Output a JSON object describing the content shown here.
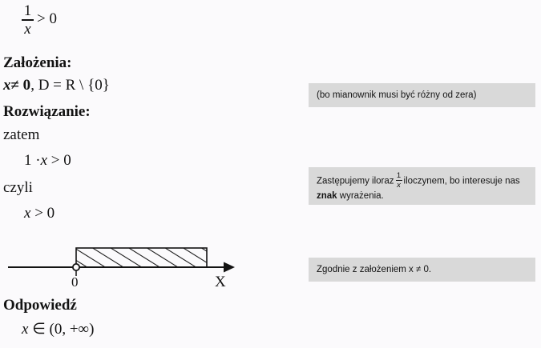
{
  "document": {
    "language": "pl",
    "topic": "Rozwiązywanie nierówności 1/x > 0"
  },
  "problem": {
    "fraction_numerator": "1",
    "fraction_denominator": "x",
    "relation": "> 0"
  },
  "assumptions": {
    "heading": "Założenia:",
    "condition_var": "x",
    "condition_rel": "≠ 0",
    "comma": ",",
    "domain": "D = R \\ {0}"
  },
  "solution": {
    "heading": "Rozwiązanie:",
    "word_zatem": "zatem",
    "step_one": "1  ·",
    "step_one_var": "x",
    "step_one_rel": "> 0",
    "word_czyli": "czyli",
    "step_two_var": "x",
    "step_two_rel": "> 0"
  },
  "numberline": {
    "zero_label": "0",
    "axis_label": "X",
    "endpoint_type": "open-circle",
    "shaded_from": "0",
    "shaded_to": "+∞"
  },
  "answer": {
    "heading": "Odpowiedź",
    "variable": "x",
    "membership": "∈",
    "interval": "(0, +∞)"
  },
  "notes": [
    {
      "id": "note-domain",
      "text": "(bo mianownik musi być różny od zera)"
    },
    {
      "id": "note-multiply",
      "text_before": "Zastępujemy iloraz",
      "frac_num": "1",
      "frac_den": "x",
      "text_middle": "iloczynem, bo interesuje nas",
      "text_bold": "znak",
      "text_after": "wyrażenia."
    },
    {
      "id": "note-assumption",
      "text": "Zgodnie z założeniem x ≠ 0."
    }
  ],
  "colors": {
    "background": "#fbfafc",
    "text": "#131313",
    "note_background": "#d9d9d9"
  }
}
